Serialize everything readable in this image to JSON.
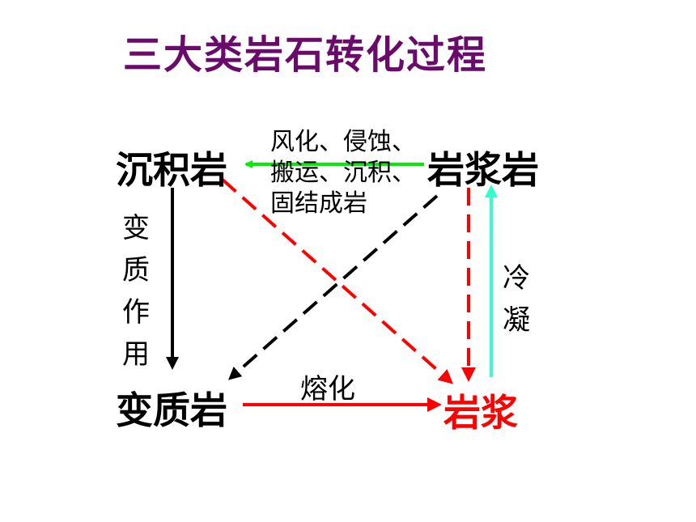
{
  "title": "三大类岩石转化过程",
  "nodes": {
    "sedimentary": "沉积岩",
    "igneous": "岩浆岩",
    "metamorphic": "变质岩",
    "magma": "岩浆"
  },
  "labels": {
    "weathering": "风化、侵蚀、搬运、沉积、固结成岩",
    "metamorphism": "变质作用",
    "cooling": "冷凝",
    "melting": "熔化"
  },
  "colors": {
    "title": "#6a0a6a",
    "green_arrow": "#00ee00",
    "red_arrow": "#ff0000",
    "cyan_arrow": "#33ffcc",
    "black_arrow": "#000000",
    "magma_text": "#ff0000"
  }
}
